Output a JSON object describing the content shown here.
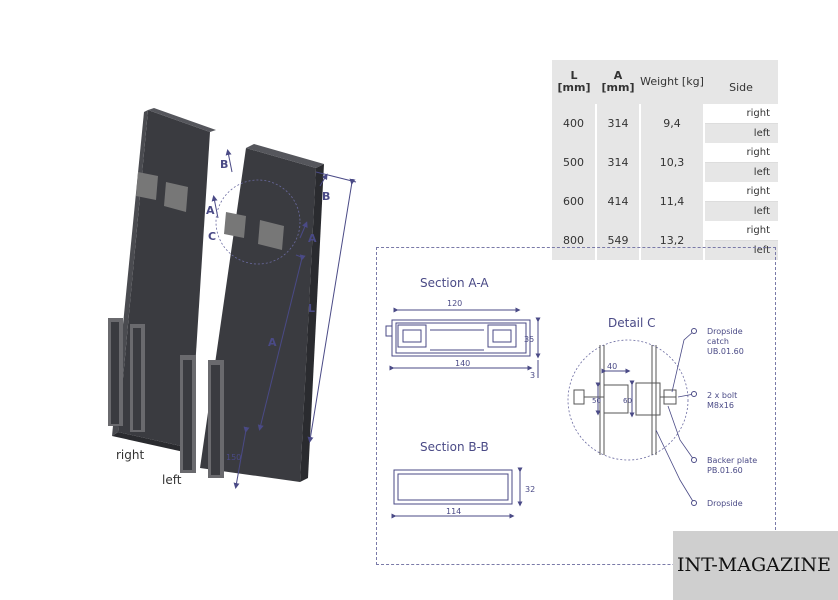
{
  "product_labels": {
    "right": "right",
    "left": "left"
  },
  "markers": {
    "A": "A",
    "B": "B",
    "C": "C",
    "L": "L",
    "dim_150": "150"
  },
  "table": {
    "headers": [
      "L\n[mm]",
      "A\n[mm]",
      "Weight [kg]",
      "Side"
    ],
    "rows": [
      {
        "L": "400",
        "A": "314",
        "weight": "9,4",
        "sides": [
          "right",
          "left"
        ]
      },
      {
        "L": "500",
        "A": "314",
        "weight": "10,3",
        "sides": [
          "right",
          "left"
        ]
      },
      {
        "L": "600",
        "A": "414",
        "weight": "11,4",
        "sides": [
          "right",
          "left"
        ]
      },
      {
        "L": "800",
        "A": "549",
        "weight": "13,2",
        "sides": [
          "right",
          "left"
        ]
      }
    ]
  },
  "section_aa": {
    "title": "Section A-A",
    "dims": {
      "top": "120",
      "bottom": "140",
      "right": "35",
      "right_small": "3"
    }
  },
  "section_bb": {
    "title": "Section B-B",
    "dims": {
      "bottom": "114",
      "right": "32"
    }
  },
  "detail_c": {
    "title": "Detail C",
    "dims": {
      "width": "40",
      "left_h": "50",
      "right_h": "60"
    },
    "callouts": [
      {
        "lines": [
          "Dropside",
          "catch",
          "UB.01.60"
        ]
      },
      {
        "lines": [
          "2 x bolt",
          "M8x16"
        ]
      },
      {
        "lines": [
          "Backer plate",
          "PB.01.60"
        ]
      },
      {
        "lines": [
          "Dropside"
        ]
      }
    ]
  },
  "watermark": "INT-MAGAZINE",
  "colors": {
    "steel": "#3a3b40",
    "steel_light": "#55565c",
    "dim_line": "#4a4a86",
    "table_grey": "#e6e6e6"
  }
}
